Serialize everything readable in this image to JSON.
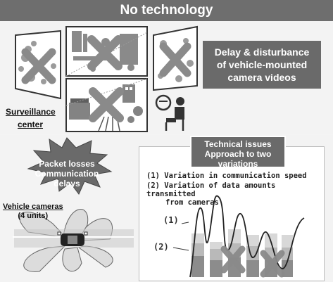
{
  "title": "No technology",
  "delay_box": {
    "line1": "Delay & disturbance",
    "line2": "of vehicle-mounted",
    "line3": "camera videos"
  },
  "surveillance": {
    "line1": "Surveillance",
    "line2": "center"
  },
  "burst": {
    "line1": "Packet losses",
    "line2": "Communication",
    "line3": "delays"
  },
  "vehicle": {
    "title": "Vehicle cameras",
    "units": "(4 units)"
  },
  "technical": {
    "line1": "Technical issues",
    "line2": "Approach to two",
    "line3": "variations"
  },
  "issues": [
    "(1) Variation in communication speed",
    "(2) Variation of data amounts transmitted",
    "from cameras"
  ],
  "series_labels": [
    "(1)",
    "(2)"
  ],
  "colors": {
    "title_bg": "#6e6e6e",
    "box_gray": "#6a6a6a",
    "cross": "#8a8a8a",
    "bar_dark": "#8c8c8c",
    "bar_mid": "#b9b9b9",
    "bar_light": "#d8d8d8"
  }
}
